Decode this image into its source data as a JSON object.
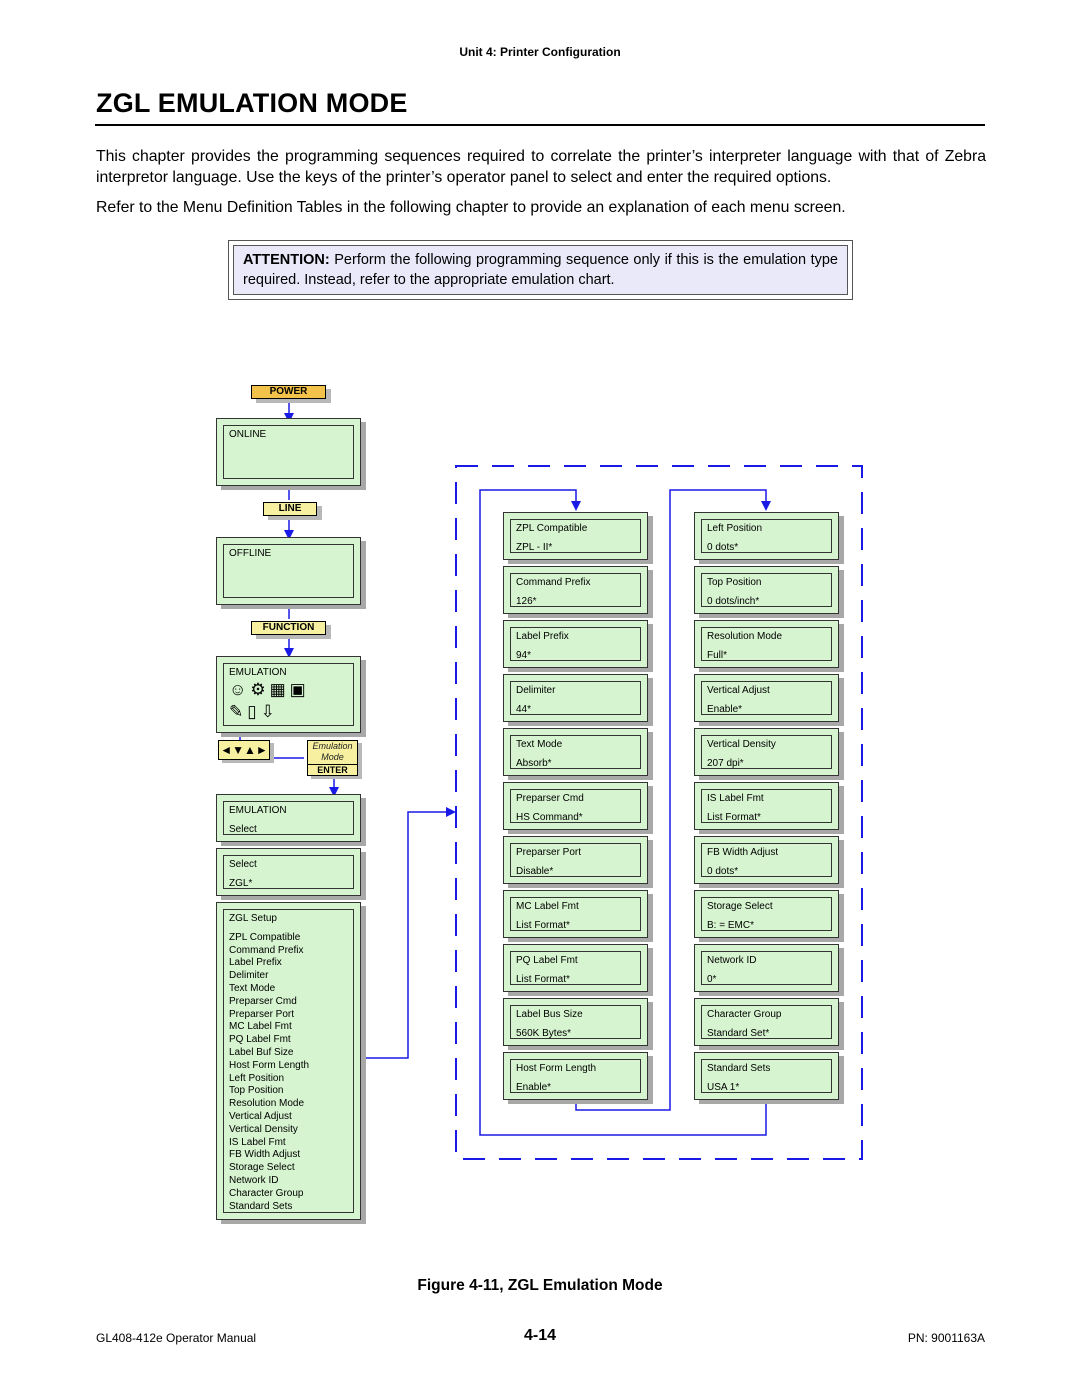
{
  "header": {
    "unit": "Unit 4:  Printer Configuration"
  },
  "title": "ZGL EMULATION MODE",
  "paragraphs": [
    "This chapter provides the programming sequences required to correlate the printer’s interpreter language with that of Zebra interpretor language. Use the keys of the printer’s operator panel to select and enter the required options.",
    "Refer to the Menu Definition Tables in the following chapter to provide an explanation of each menu screen."
  ],
  "attention": {
    "label": "ATTENTION:",
    "text": "Perform the following programming sequence only if this is the emulation type required. Instead, refer to the appropriate emulation chart."
  },
  "keys": {
    "power": "POWER",
    "line": "LINE",
    "function": "FUNCTION",
    "nav": "◄▼▲►",
    "enter_top": "Emulation",
    "enter_mid": "Mode",
    "enter": "ENTER"
  },
  "screens": {
    "online": "ONLINE",
    "offline": "OFFLINE",
    "emulation": "EMULATION",
    "emulation_select": {
      "l1": "EMULATION",
      "l2": "Select"
    },
    "select_zgl": {
      "l1": "Select",
      "l2": "ZGL*"
    },
    "setup_title": "ZGL Setup",
    "setup_items": [
      "ZPL Compatible",
      "Command Prefix",
      "Label Prefix",
      "Delimiter",
      "Text Mode",
      "Preparser Cmd",
      "Preparser Port",
      "MC Label Fmt",
      "PQ Label Fmt",
      "Label Buf Size",
      "Host Form Length",
      "Left Position",
      "Top Position",
      "Resolution Mode",
      "Vertical Adjust",
      "Vertical Density",
      "IS Label Fmt",
      "FB Width Adjust",
      "Storage Select",
      "Network ID",
      "Character Group",
      "Standard Sets"
    ]
  },
  "left_column": [
    {
      "l1": "ZPL Compatible",
      "l2": "ZPL - II*"
    },
    {
      "l1": "Command Prefix",
      "l2": "126*"
    },
    {
      "l1": "Label Prefix",
      "l2": "94*"
    },
    {
      "l1": "Delimiter",
      "l2": "44*"
    },
    {
      "l1": "Text Mode",
      "l2": "Absorb*"
    },
    {
      "l1": "Preparser Cmd",
      "l2": "HS Command*"
    },
    {
      "l1": "Preparser Port",
      "l2": "Disable*"
    },
    {
      "l1": "MC Label Fmt",
      "l2": "List Format*"
    },
    {
      "l1": "PQ Label Fmt",
      "l2": "List Format*"
    },
    {
      "l1": "Label Bus Size",
      "l2": "560K Bytes*"
    },
    {
      "l1": "Host Form Length",
      "l2": "Enable*"
    }
  ],
  "right_column": [
    {
      "l1": "Left Position",
      "l2": "0  dots*"
    },
    {
      "l1": "Top Position",
      "l2": "0  dots/inch*"
    },
    {
      "l1": "Resolution Mode",
      "l2": "Full*"
    },
    {
      "l1": "Vertical Adjust",
      "l2": "Enable*"
    },
    {
      "l1": "Vertical Density",
      "l2": "207  dpi*"
    },
    {
      "l1": "IS Label Fmt",
      "l2": "List Format*"
    },
    {
      "l1": "FB Width Adjust",
      "l2": "0  dots*"
    },
    {
      "l1": "Storage Select",
      "l2": "B:  =  EMC*"
    },
    {
      "l1": "Network ID",
      "l2": "0*"
    },
    {
      "l1": "Character Group",
      "l2": "Standard Set*"
    },
    {
      "l1": "Standard Sets",
      "l2": "USA 1*"
    }
  ],
  "caption": "Figure 4-11, ZGL Emulation Mode",
  "footer": {
    "left": "GL408-412e Operator Manual",
    "center": "4-14",
    "right": "PN: 9001163A"
  },
  "colors": {
    "lcd": "#d6f4cf",
    "arrow": "#1a1ae6",
    "key": "#f6f0a0",
    "power_key": "#f2c24a"
  }
}
